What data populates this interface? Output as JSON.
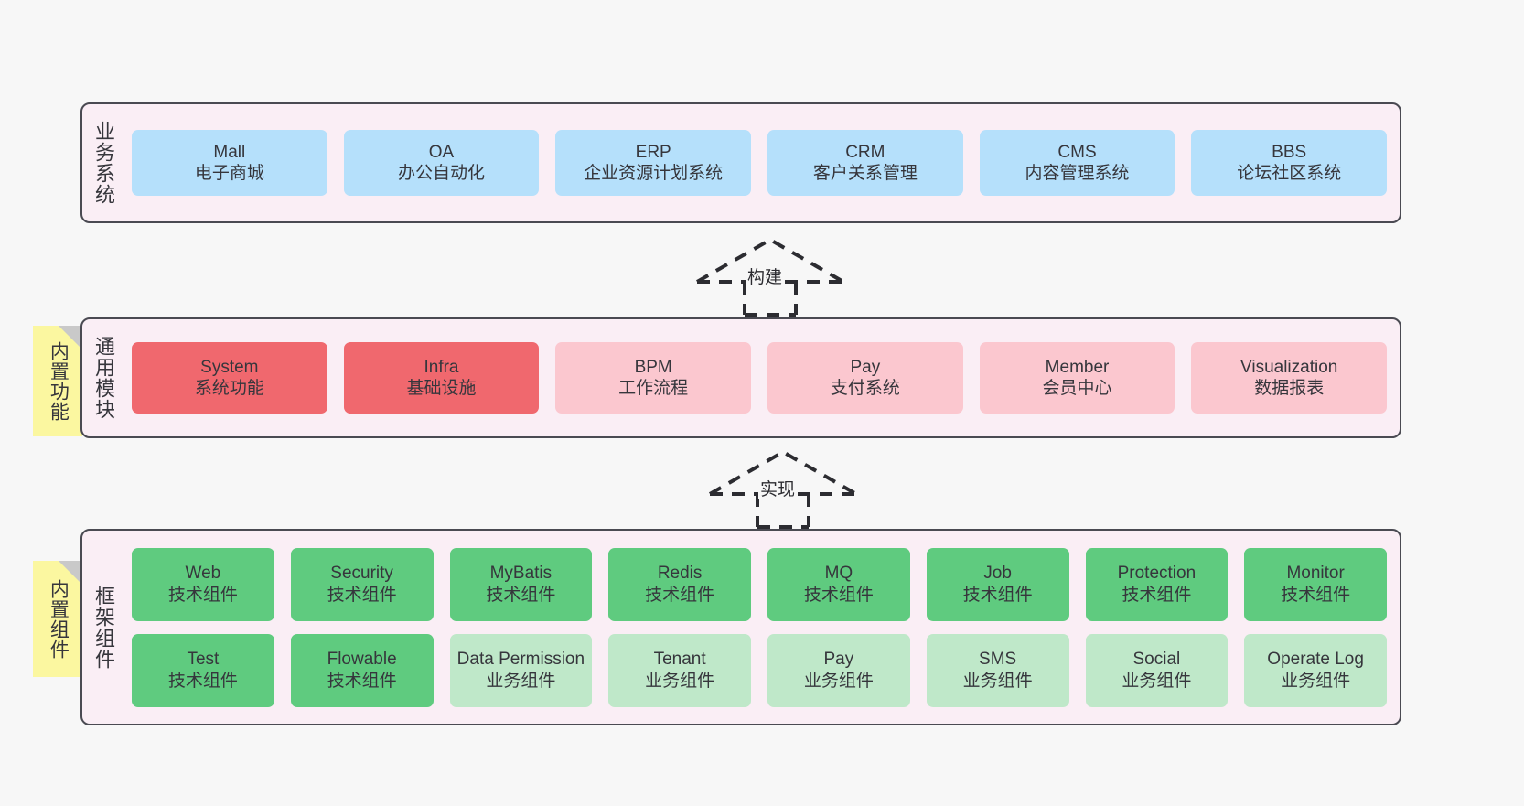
{
  "diagram": {
    "background_color": "#f7f7f7",
    "panel_color": "#faeef5",
    "panel_border_color": "#4a4a52",
    "note_color": "#fbf7a0"
  },
  "layers": {
    "business": {
      "title": "业务系统",
      "accent": "#b5e0fb",
      "items": [
        {
          "en": "Mall",
          "cn": "电子商城"
        },
        {
          "en": "OA",
          "cn": "办公自动化"
        },
        {
          "en": "ERP",
          "cn": "企业资源计划系统"
        },
        {
          "en": "CRM",
          "cn": "客户关系管理"
        },
        {
          "en": "CMS",
          "cn": "内容管理系统"
        },
        {
          "en": "BBS",
          "cn": "论坛社区系统"
        }
      ]
    },
    "common": {
      "title": "通用模块",
      "note": "内置功能",
      "accent_primary": "#f0686e",
      "accent_secondary": "#fbc7cf",
      "items": [
        {
          "en": "System",
          "cn": "系统功能",
          "style": "c-red"
        },
        {
          "en": "Infra",
          "cn": "基础设施",
          "style": "c-red"
        },
        {
          "en": "BPM",
          "cn": "工作流程",
          "style": "c-pink"
        },
        {
          "en": "Pay",
          "cn": "支付系统",
          "style": "c-pink"
        },
        {
          "en": "Member",
          "cn": "会员中心",
          "style": "c-pink"
        },
        {
          "en": "Visualization",
          "cn": "数据报表",
          "style": "c-pink"
        }
      ]
    },
    "framework": {
      "title": "框架组件",
      "note": "内置组件",
      "accent_primary": "#5fcb7f",
      "accent_secondary": "#bfe8c9",
      "row_top": [
        {
          "en": "Web",
          "cn": "技术组件",
          "style": "c-green"
        },
        {
          "en": "Security",
          "cn": "技术组件",
          "style": "c-green"
        },
        {
          "en": "MyBatis",
          "cn": "技术组件",
          "style": "c-green"
        },
        {
          "en": "Redis",
          "cn": "技术组件",
          "style": "c-green"
        },
        {
          "en": "MQ",
          "cn": "技术组件",
          "style": "c-green"
        },
        {
          "en": "Job",
          "cn": "技术组件",
          "style": "c-green"
        },
        {
          "en": "Protection",
          "cn": "技术组件",
          "style": "c-green"
        },
        {
          "en": "Monitor",
          "cn": "技术组件",
          "style": "c-green"
        }
      ],
      "row_bottom": [
        {
          "en": "Test",
          "cn": "技术组件",
          "style": "c-green"
        },
        {
          "en": "Flowable",
          "cn": "技术组件",
          "style": "c-green"
        },
        {
          "en": "Data Permission",
          "cn": "业务组件",
          "style": "c-greenlite"
        },
        {
          "en": "Tenant",
          "cn": "业务组件",
          "style": "c-greenlite"
        },
        {
          "en": "Pay",
          "cn": "业务组件",
          "style": "c-greenlite"
        },
        {
          "en": "SMS",
          "cn": "业务组件",
          "style": "c-greenlite"
        },
        {
          "en": "Social",
          "cn": "业务组件",
          "style": "c-greenlite"
        },
        {
          "en": "Operate Log",
          "cn": "业务组件",
          "style": "c-greenlite"
        }
      ]
    }
  },
  "connectors": [
    {
      "id": "build",
      "label": "构建",
      "from": "common",
      "to": "business",
      "style": "dashed-generalization"
    },
    {
      "id": "impl",
      "label": "实现",
      "from": "framework",
      "to": "common",
      "style": "dashed-generalization"
    }
  ]
}
